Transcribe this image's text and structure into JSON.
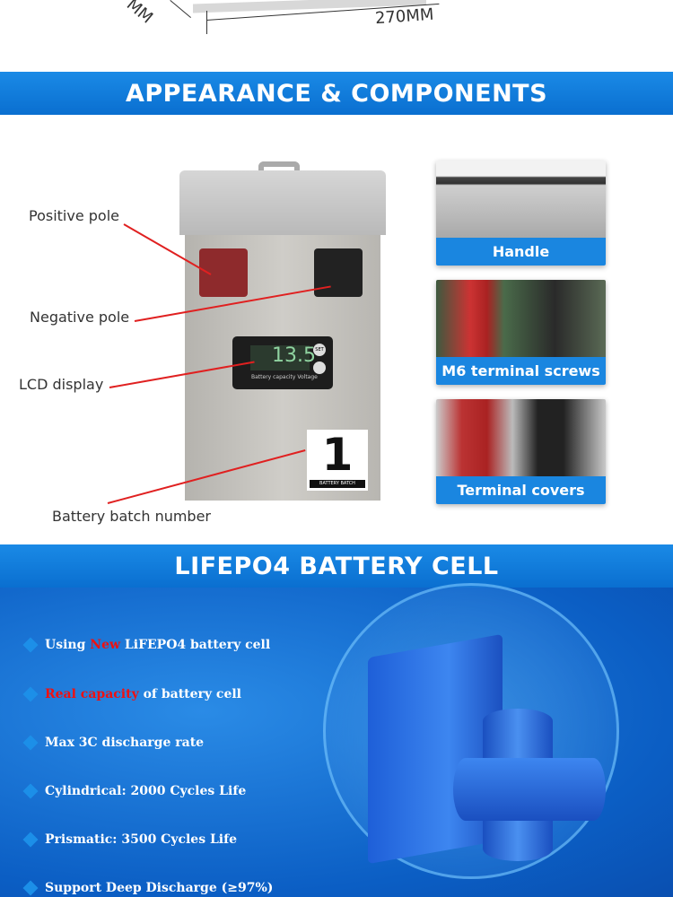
{
  "dimension": {
    "width_label": "270MM",
    "side_label": "MM"
  },
  "sections": {
    "appearance": {
      "title": "APPEARANCE & COMPONENTS",
      "callouts": [
        "Positive pole",
        "Negative pole",
        "LCD display",
        "Battery batch number"
      ],
      "lcd": {
        "reading": "13.5",
        "caption": "Battery capacity Voltage",
        "button": "SET"
      },
      "batch": {
        "number": "1",
        "caption": "BATTERY BATCH"
      },
      "cards": [
        {
          "label": "Handle"
        },
        {
          "label": "M6 terminal screws"
        },
        {
          "label": "Terminal covers"
        }
      ]
    },
    "cell": {
      "title": "LIFEPO4 BATTERY CELL",
      "features": [
        {
          "pre": "Using ",
          "highlight": "New",
          "post": " LiFEPO4 battery cell"
        },
        {
          "pre": "",
          "highlight": "Real capacity",
          "post": " of battery cell"
        },
        {
          "pre": "Max 3C discharge rate",
          "highlight": "",
          "post": ""
        },
        {
          "pre": "Cylindrical: 2000 Cycles Life",
          "highlight": "",
          "post": ""
        },
        {
          "pre": "Prismatic: 3500 Cycles Life",
          "highlight": "",
          "post": ""
        },
        {
          "pre": "Support Deep Discharge (≥97%)",
          "highlight": "",
          "post": ""
        }
      ],
      "highlight_color": "#f01010"
    }
  }
}
